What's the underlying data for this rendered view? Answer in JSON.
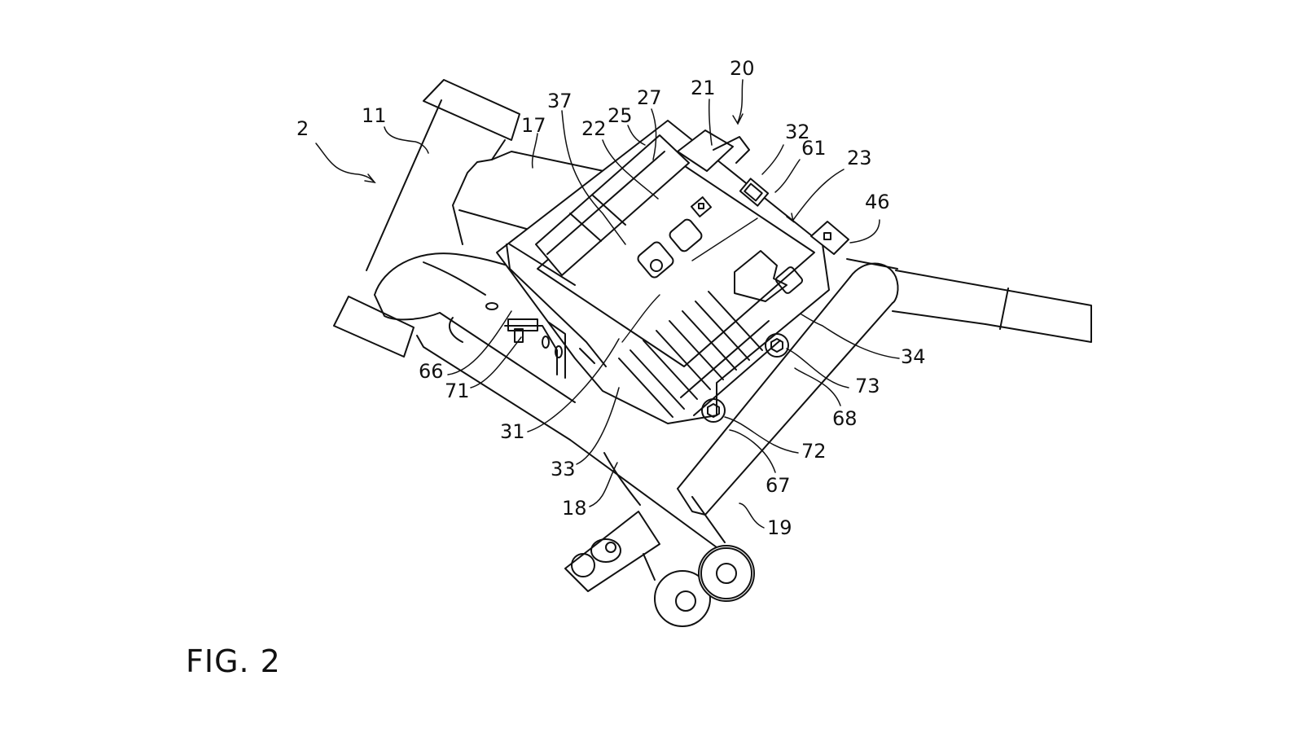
{
  "figure": {
    "caption": "FIG. 2",
    "background_color": "#ffffff",
    "line_color": "#111111"
  },
  "reference_numerals": [
    {
      "id": "2",
      "label": "2",
      "target": "frame-assembly"
    },
    {
      "id": "11",
      "label": "11",
      "target": "head-pipe"
    },
    {
      "id": "17",
      "label": "17",
      "target": "upper-frame"
    },
    {
      "id": "37",
      "label": "37"
    },
    {
      "id": "22",
      "label": "22"
    },
    {
      "id": "25",
      "label": "25"
    },
    {
      "id": "27",
      "label": "27"
    },
    {
      "id": "21",
      "label": "21"
    },
    {
      "id": "20",
      "label": "20",
      "target": "battery-unit"
    },
    {
      "id": "32",
      "label": "32"
    },
    {
      "id": "61",
      "label": "61"
    },
    {
      "id": "23",
      "label": "23"
    },
    {
      "id": "46",
      "label": "46"
    },
    {
      "id": "34",
      "label": "34"
    },
    {
      "id": "73",
      "label": "73"
    },
    {
      "id": "68",
      "label": "68"
    },
    {
      "id": "72",
      "label": "72"
    },
    {
      "id": "67",
      "label": "67"
    },
    {
      "id": "19",
      "label": "19",
      "target": "right-down-frame"
    },
    {
      "id": "18",
      "label": "18",
      "target": "left-down-frame"
    },
    {
      "id": "33",
      "label": "33"
    },
    {
      "id": "31",
      "label": "31",
      "target": "battery-case"
    },
    {
      "id": "71",
      "label": "71"
    },
    {
      "id": "66",
      "label": "66"
    }
  ]
}
